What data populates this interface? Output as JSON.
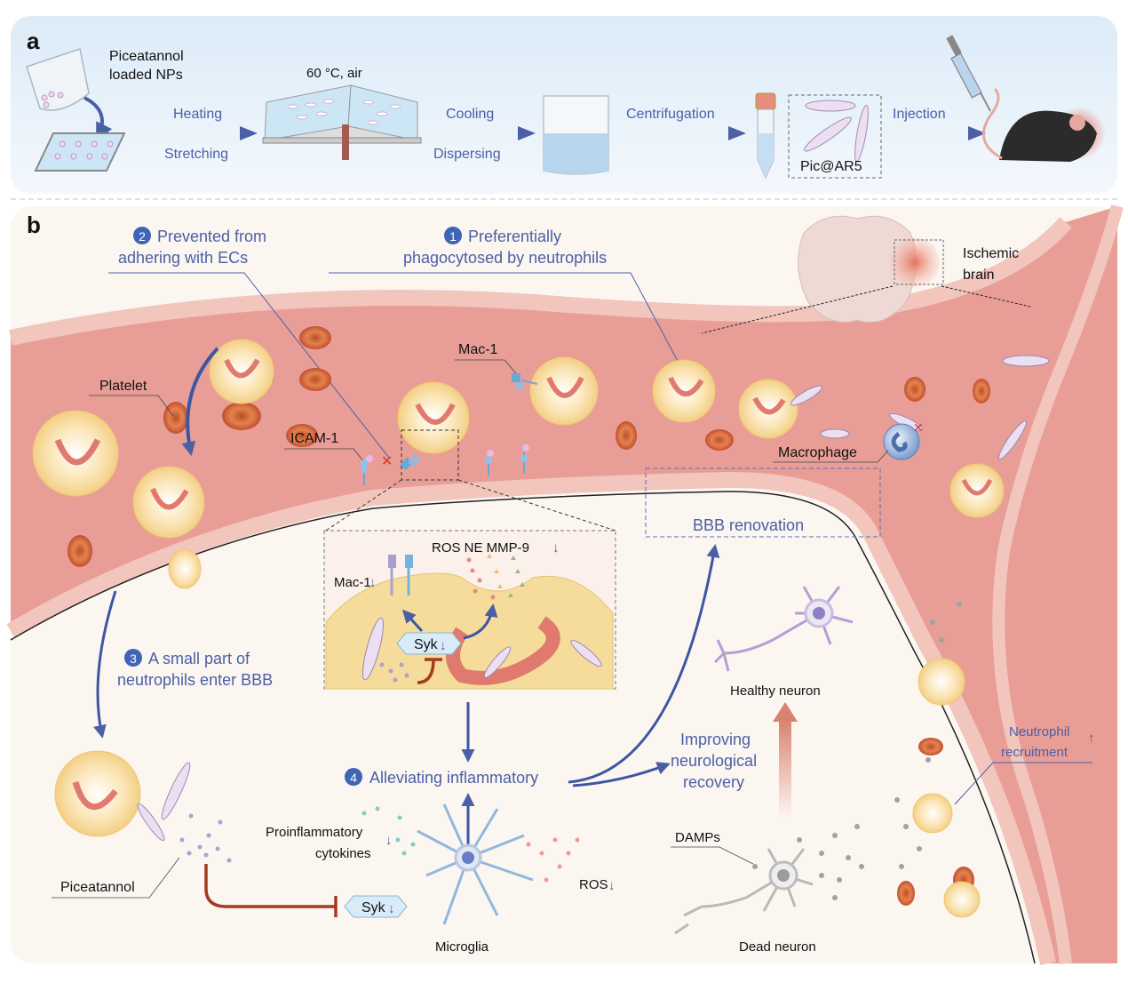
{
  "panel_a": {
    "label": "a",
    "source_label_line1": "Piceatannol",
    "source_label_line2": "loaded NPs",
    "temperature_label": "60 °C, air",
    "steps": [
      {
        "above": "Heating",
        "below": "Stretching"
      },
      {
        "above": "Cooling",
        "below": "Dispersing"
      },
      {
        "above": "Centrifugation",
        "below": ""
      },
      {
        "above": "Injection",
        "below": ""
      }
    ],
    "product_label": "Pic@AR5"
  },
  "panel_b": {
    "label": "b",
    "callouts": {
      "step1_number": "1",
      "step1_line1": "Preferentially",
      "step1_line2": "phagocytosed by neutrophils",
      "step2_number": "2",
      "step2_line1": "Prevented from",
      "step2_line2": "adhering with ECs",
      "step3_number": "3",
      "step3_line1": "A small part of",
      "step3_line2": "neutrophils enter BBB",
      "step4_number": "4",
      "step4_line1": "Alleviating inflammatory"
    },
    "labels": {
      "ischemic_line1": "Ischemic",
      "ischemic_line2": "brain",
      "platelet": "Platelet",
      "mac1": "Mac-1",
      "icam1": "ICAM-1",
      "macrophage": "Macrophage",
      "bbb_renovation": "BBB renovation",
      "inset_secretions": "ROS NE MMP-9",
      "inset_mac1": "Mac-1",
      "syk": "Syk",
      "piceatannol": "Piceatannol",
      "proinflammatory_line1": "Proinflammatory",
      "proinflammatory_line2": "cytokines",
      "microglia": "Microglia",
      "ros": "ROS",
      "improving_line1": "Improving",
      "improving_line2": "neurological",
      "improving_line3": "recovery",
      "healthy_neuron": "Healthy neuron",
      "dead_neuron": "Dead neuron",
      "damps": "DAMPs",
      "neutrophil_line1": "Neutrophil",
      "neutrophil_line2": "recruitment"
    },
    "arrows": {
      "down": "↓",
      "up": "↑"
    }
  },
  "colors": {
    "accent_blue": "#4a5fa6",
    "inhibit_red": "#a33a22",
    "vessel_pink": "#e9a39c",
    "panel_a_bg": "#e3f0fa",
    "panel_b_bg": "#fcf6f1"
  }
}
